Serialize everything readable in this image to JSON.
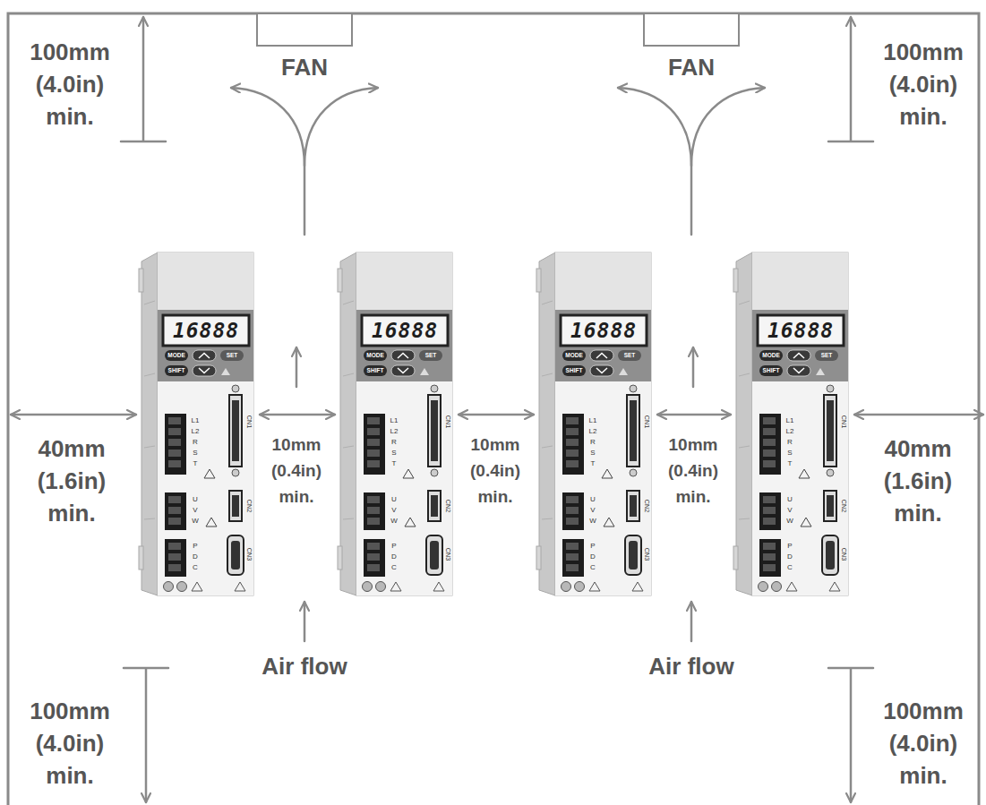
{
  "diagram": {
    "nodes": [
      {
        "text": [
          "FAN"
        ]
      },
      {
        "text": [
          "FAN"
        ]
      }
    ],
    "labels": [
      "100mm (4.0in) min.",
      "100mm (4.0in) min.",
      "40mm (1.6in) min.",
      "10mm (0.4in) min.",
      "10mm (0.4in) min.",
      "10mm (0.4in) min.",
      "40mm (1.6in) min.",
      "Air flow",
      "Air flow",
      "100mm (4.0in) min.",
      "100mm (4.0in) min.",
      "16888",
      "MODE",
      "SET",
      "SHIFT",
      "L1",
      "L2",
      "R",
      "S",
      "T",
      "U",
      "V",
      "W",
      "P",
      "D",
      "C",
      "CN1",
      "CN2",
      "CN3",
      "16888",
      "MODE",
      "SET",
      "SHIFT",
      "L1",
      "L2",
      "R",
      "S",
      "T",
      "U",
      "V",
      "W",
      "P",
      "D",
      "C",
      "CN1",
      "CN2",
      "CN3",
      "16888",
      "MODE",
      "SET",
      "SHIFT",
      "L1",
      "L2",
      "R",
      "S",
      "T",
      "U",
      "V",
      "W",
      "P",
      "D",
      "C",
      "CN1",
      "CN2",
      "CN3",
      "16888",
      "MODE",
      "SET",
      "SHIFT",
      "L1",
      "L2",
      "R",
      "S",
      "T",
      "U",
      "V",
      "W",
      "P",
      "D",
      "C",
      "CN1",
      "CN2",
      "CN3"
    ]
  }
}
